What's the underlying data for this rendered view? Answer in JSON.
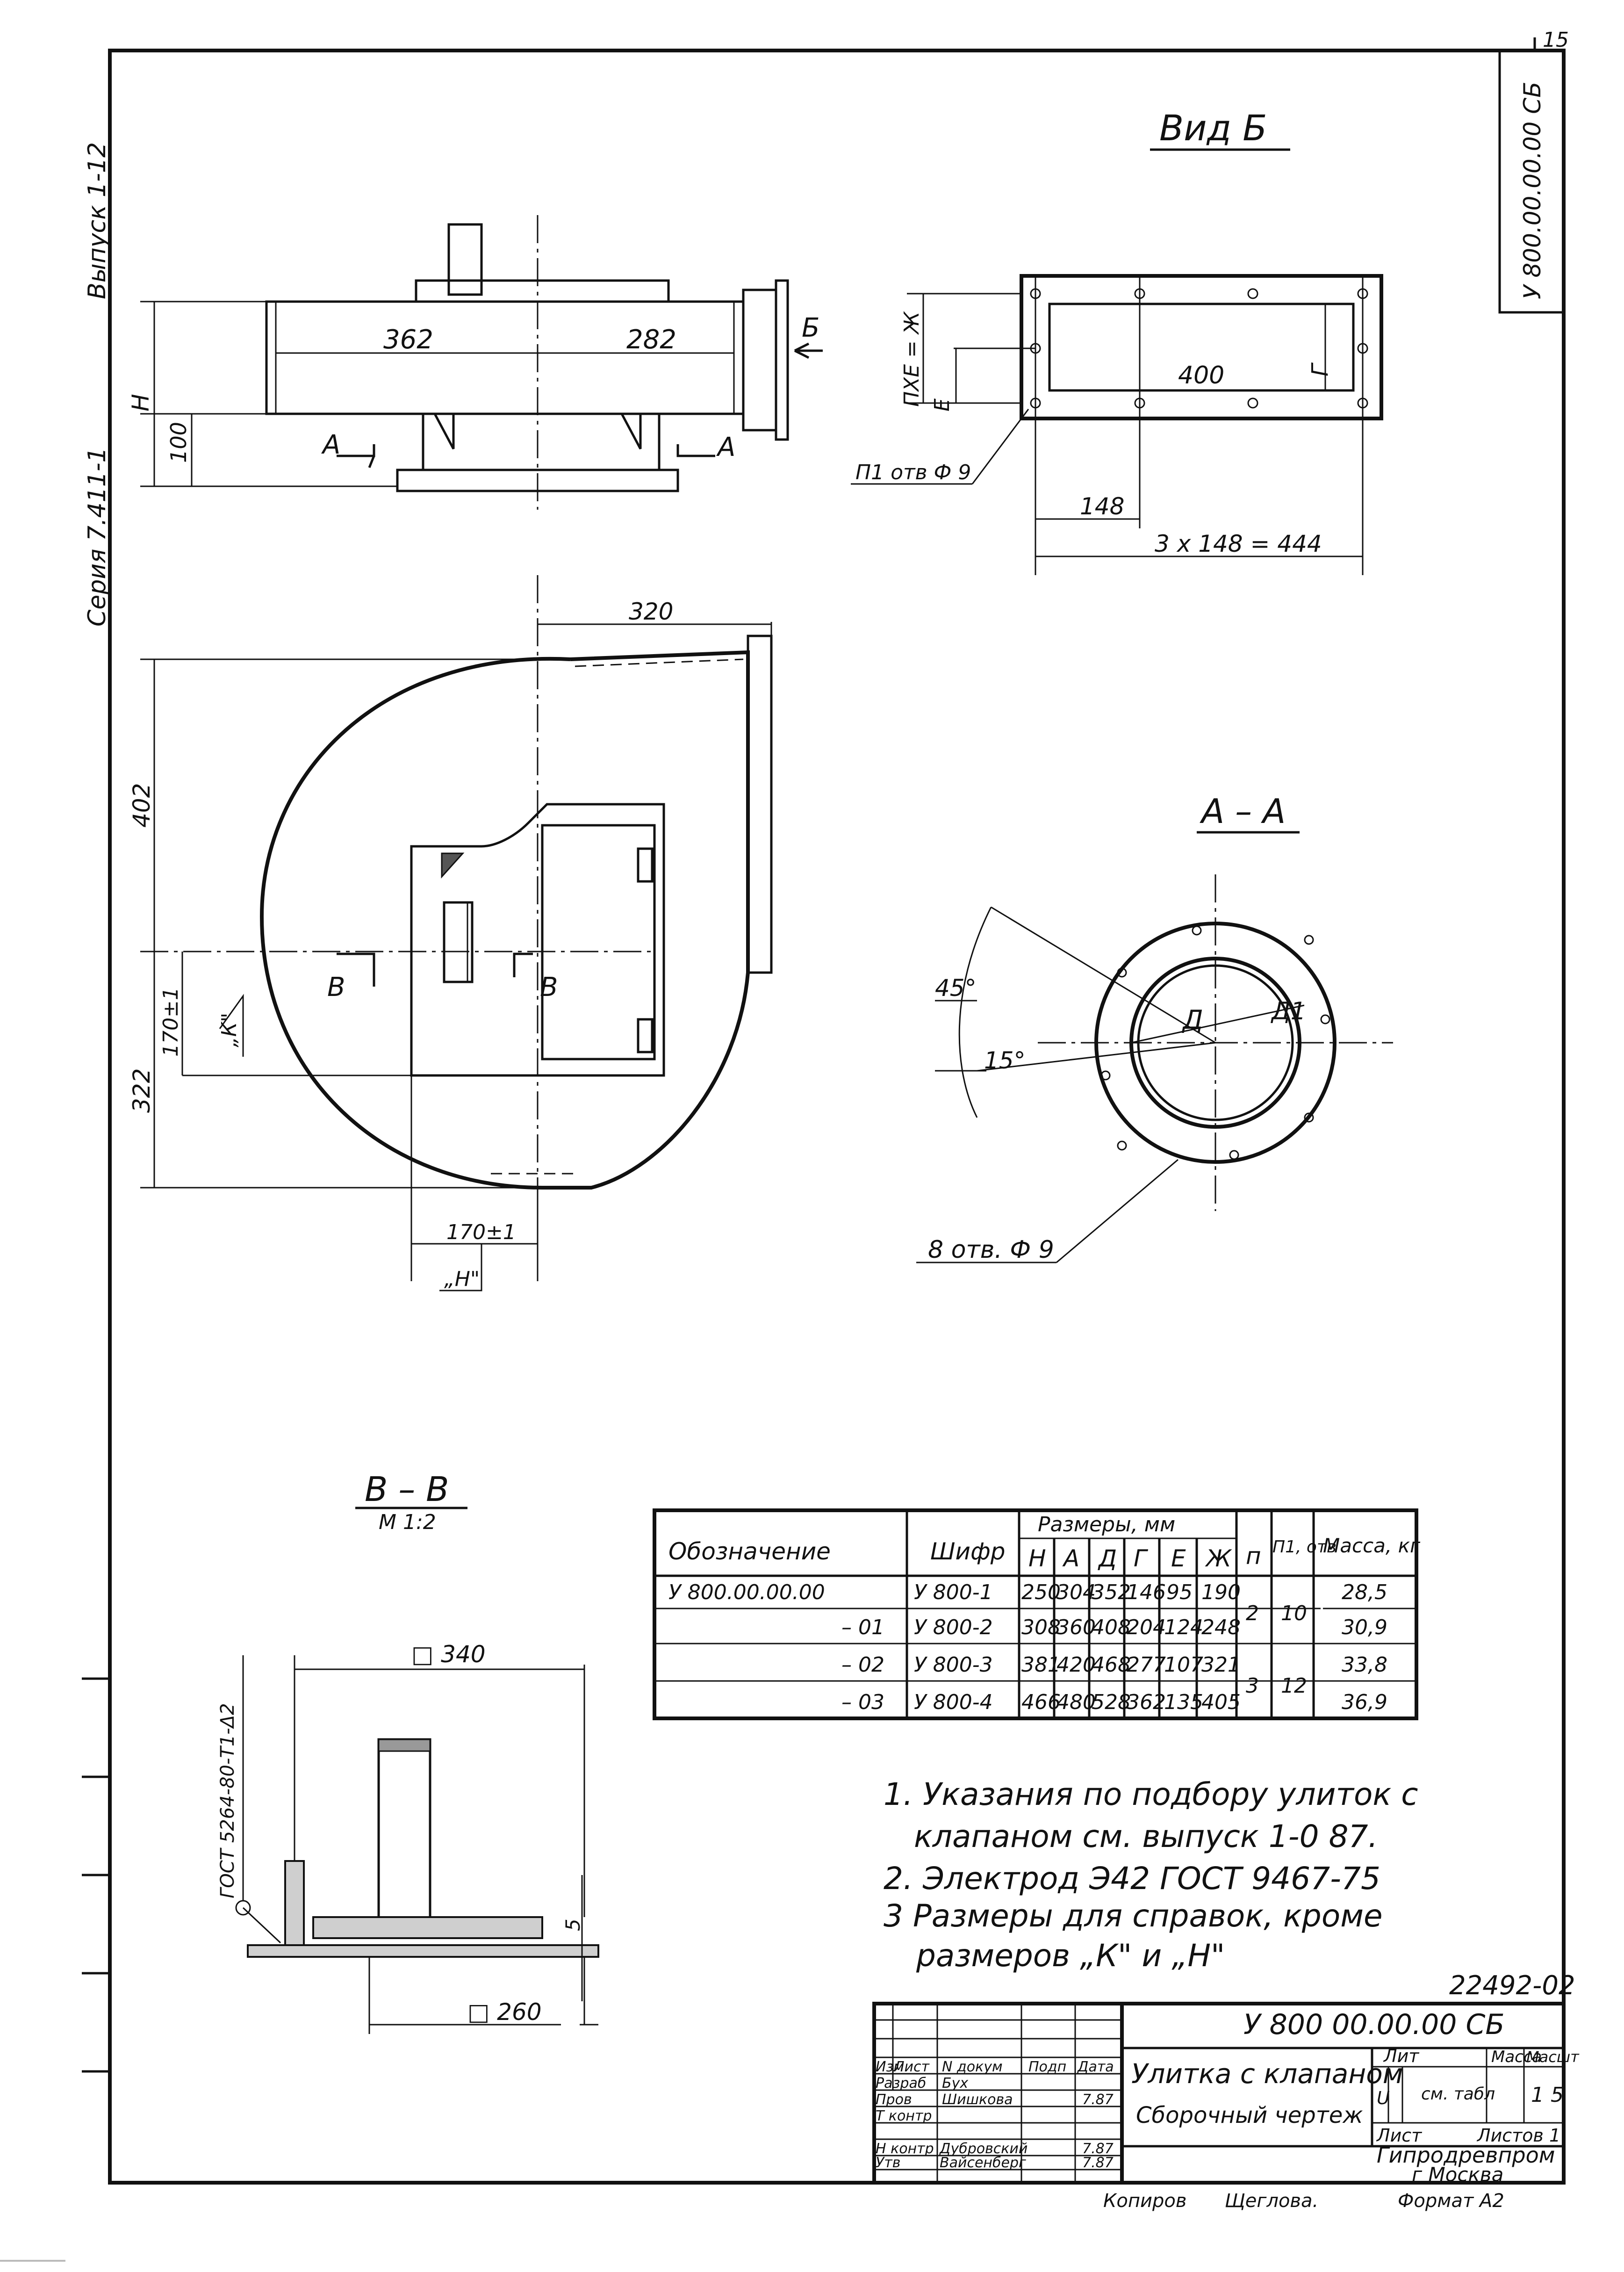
{
  "sheet": {
    "page_number": "15",
    "designation_rotated": "У 800.00.00.00 СБ",
    "left_margin_issue": "Выпуск 1-12",
    "left_margin_series": "Серия 7.411-1",
    "archive_number": "22492-02"
  },
  "views": {
    "view_b_title": "Вид Б",
    "section_aa_title": "А – А",
    "section_vv_title": "В – В",
    "section_vv_scale": "М 1:2"
  },
  "front_view": {
    "dim_left": "362",
    "dim_right": "282",
    "dim_h": "Н",
    "dim_100": "100",
    "cut_a_left": "А",
    "cut_a_right": "А",
    "arrow_b": "Б"
  },
  "view_b": {
    "dim_400": "400",
    "dim_g": "Г",
    "dim_pxe": "ПХЕ = Ж",
    "dim_e": "Е",
    "holes": "П1 отв Ф 9",
    "dim_148": "148",
    "dim_3x148": "3 х 148 = 444"
  },
  "side_view": {
    "dim_320": "320",
    "dim_402": "402",
    "dim_322": "322",
    "dim_170_v": "170±1",
    "label_k": "„К\"",
    "dim_170_h": "170±1",
    "label_n": "„Н\"",
    "cut_b_left": "В",
    "cut_b_right": "В"
  },
  "section_aa": {
    "angle_45": "45°",
    "angle_15": "15°",
    "dim_d": "Д",
    "dim_d1": "Д1",
    "holes": "8 отв. Ф 9"
  },
  "section_vv": {
    "dim_340": "□ 340",
    "dim_260": "□ 260",
    "dim_5": "5",
    "weld": "ГОСТ 5264-80-Т1-Δ2"
  },
  "spec_table": {
    "header_group": "Размеры, мм",
    "headers": [
      "Обозначение",
      "Шифр",
      "Н",
      "А",
      "Д",
      "Г",
      "Е",
      "Ж",
      "п",
      "П1, отв",
      "Масса, кг"
    ],
    "rows": [
      [
        "У 800.00.00.00",
        "У 800-1",
        "250",
        "304",
        "352",
        "146",
        "95",
        "190",
        "2",
        "10",
        "28,5"
      ],
      [
        "– 01",
        "У 800-2",
        "308",
        "360",
        "408",
        "204",
        "124",
        "248",
        "",
        "",
        "30,9"
      ],
      [
        "– 02",
        "У 800-3",
        "381",
        "420",
        "468",
        "277",
        "107",
        "321",
        "3",
        "12",
        "33,8"
      ],
      [
        "– 03",
        "У 800-4",
        "466",
        "480",
        "528",
        "362",
        "135",
        "405",
        "",
        "",
        "36,9"
      ]
    ]
  },
  "notes": [
    "1. Указания по подбору улиток с",
    "клапаном см. выпуск 1-0 87.",
    "2. Электрод Э42 ГОСТ 9467-75",
    "3 Размеры для справок, кроме",
    "размеров „К\" и „Н\""
  ],
  "title_block": {
    "doc_code": "У 800 00.00.00 СБ",
    "name": "Улитка с клапаном",
    "doc_type": "Сборочный чертеж",
    "col_izm": "Изм",
    "col_list": "Лист",
    "col_ndoc": "N докум",
    "col_podp": "Подп",
    "col_data": "Дата",
    "role_razrab": "Разраб",
    "name_razrab": "Бух",
    "role_prov": "Пров",
    "name_prov": "Шишкова",
    "role_tkontr": "Т контр",
    "role_nkontr": "Н контр",
    "name_nkontr": "Дубровский",
    "role_utv": "Утв",
    "name_utv": "Вайсенберг",
    "date1": "7.87",
    "date2": "7.87",
    "date3": "7.87",
    "hdr_lit": "Лит",
    "hdr_massa": "Масса",
    "hdr_masht": "Масшт",
    "lit_value": "U",
    "massa_value": "см. табл",
    "masht_value": "1 5",
    "sheet_label": "Лист",
    "sheets_label": "Листов 1",
    "org": "Гипродревпром",
    "city": "г Москва"
  },
  "footer": {
    "copied": "Копиров",
    "copier_name": "Щеглова.",
    "format": "Формат А2"
  }
}
